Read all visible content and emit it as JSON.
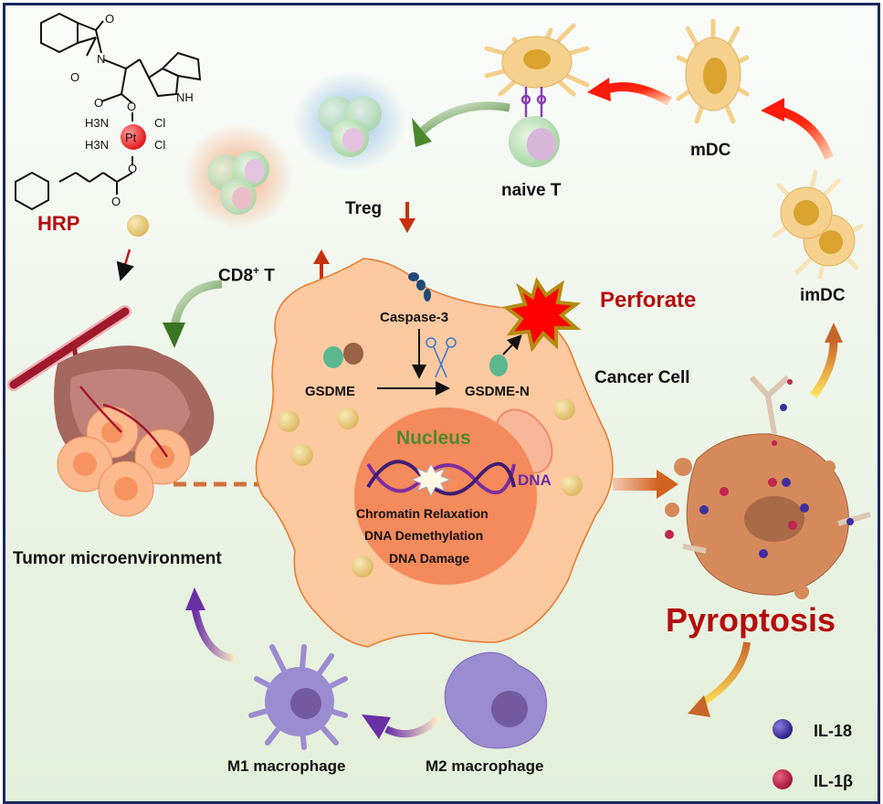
{
  "figure": {
    "drug": {
      "atoms": [
        "O",
        "O",
        "N",
        "NH",
        "O",
        "O",
        "H3N",
        "H3N",
        "Pt",
        "Cl",
        "Cl",
        "O",
        "O"
      ],
      "label": "HRP"
    },
    "immune_cycle": {
      "cd8_label": "CD8",
      "cd8_superscript": "+",
      "cd8_suffix": " T",
      "cd8_trend": "up",
      "treg_label": "Treg",
      "treg_trend": "down",
      "naive_t_label": "naive T",
      "mdc_label": "mDC",
      "imdc_label": "imDC"
    },
    "cancer_cell": {
      "label": "Cancer Cell",
      "caspase_label": "Caspase-3",
      "gsdme_label": "GSDME",
      "gsdme_n_label": "GSDME-N",
      "perforate_label": "Perforate",
      "nucleus_label": "Nucleus",
      "dna_label": "DNA",
      "effects": [
        "Chromatin Relaxation",
        "DNA Demethylation",
        "DNA Damage"
      ]
    },
    "tumor_label": "Tumor microenvironment",
    "pyroptosis_label": "Pyroptosis",
    "macrophages": {
      "m1_label": "M1 macrophage",
      "m2_label": "M2 macrophage"
    },
    "legend": [
      {
        "label": "IL-18",
        "color": "#3d2fa0"
      },
      {
        "label": "IL-1β",
        "color": "#c0264e"
      }
    ],
    "colors": {
      "accent_red": "#b50d0d",
      "cell_fill": "#fdc9a0",
      "nucleus_fill": "#f58a5c",
      "border": "#1b2a5e"
    }
  }
}
